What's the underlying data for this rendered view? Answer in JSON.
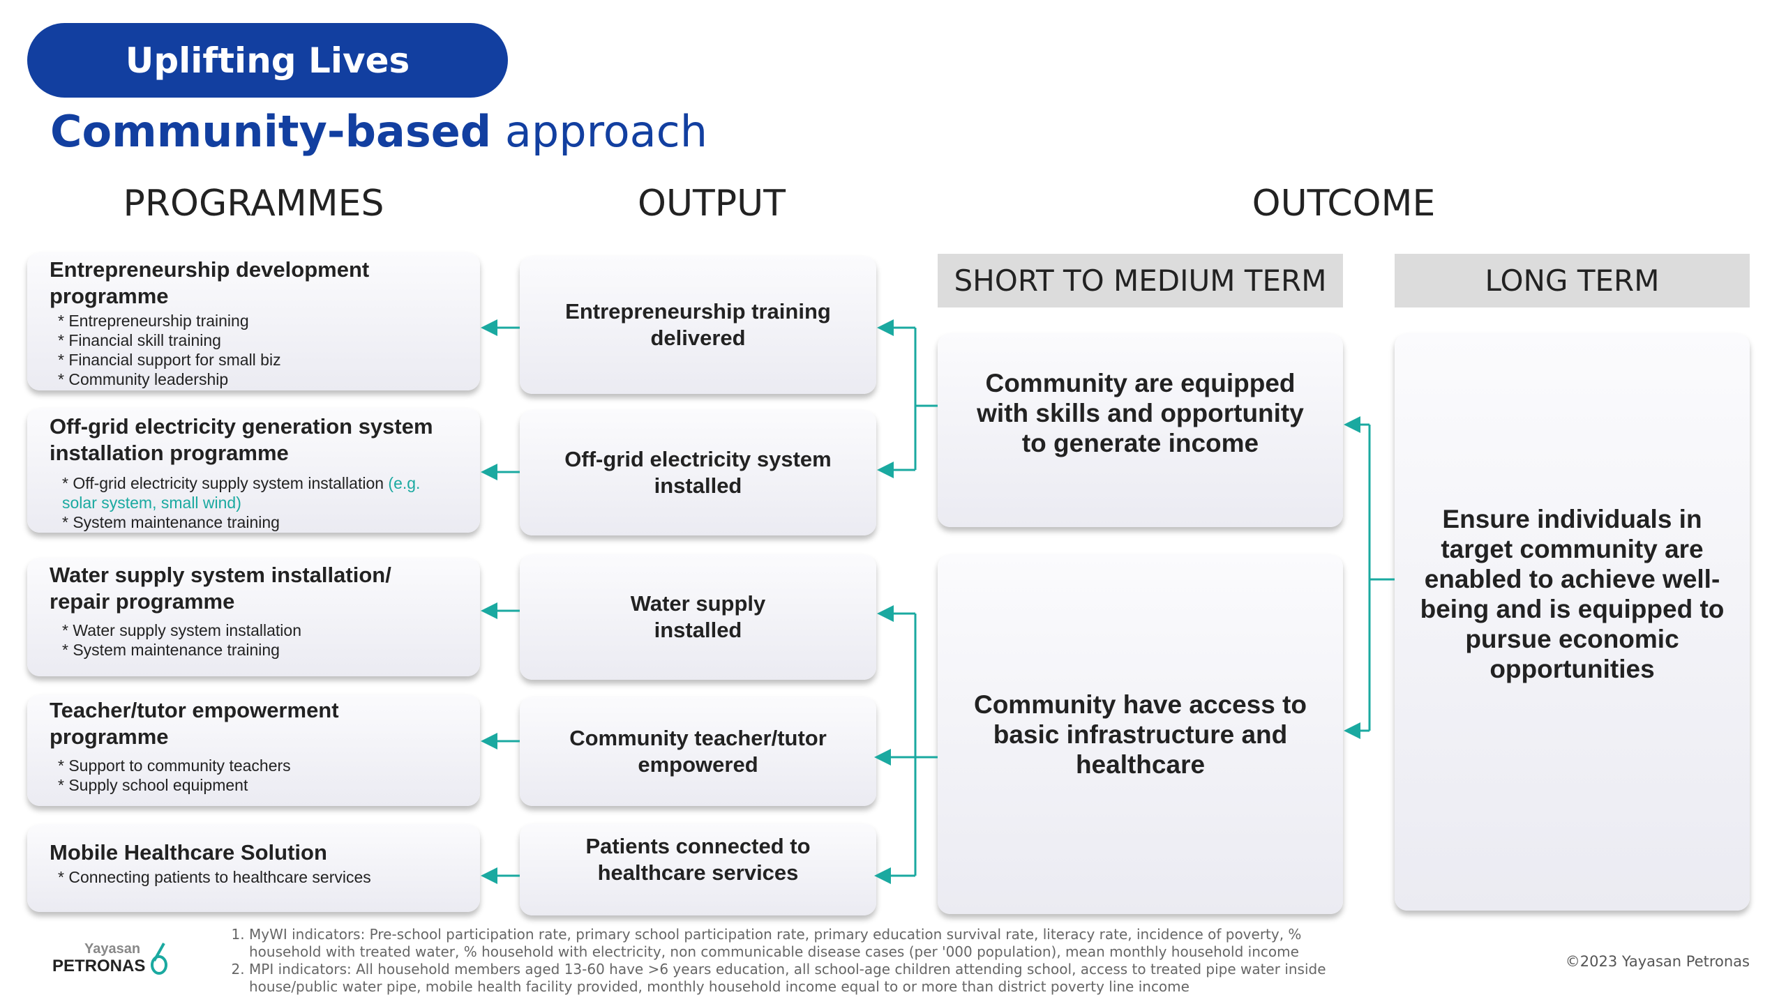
{
  "header": {
    "pill": "Uplifting Lives",
    "subtitle_bold": "Community-based",
    "subtitle_rest": " approach"
  },
  "columns": {
    "programmes": "PROGRAMMES",
    "output": "OUTPUT",
    "outcome": "OUTCOME",
    "short": "SHORT TO MEDIUM TERM",
    "long": "LONG TERM"
  },
  "programmes": [
    {
      "title": "Entrepreneurship development programme",
      "bullets": [
        "* Entrepreneurship training",
        "* Financial skill training",
        "* Financial support for small biz",
        "* Community leadership"
      ]
    },
    {
      "title": "Off-grid electricity generation system installation programme",
      "bullets": [
        "* Off-grid electricity supply system installation ",
        "* System maintenance training"
      ],
      "note": "(e.g. solar system, small wind)"
    },
    {
      "title": "Water supply system installation/ repair programme",
      "bullets": [
        "* Water supply system installation",
        "* System maintenance training"
      ]
    },
    {
      "title": "Teacher/tutor empowerment programme",
      "bullets": [
        "* Support to community teachers",
        "* Supply school equipment"
      ]
    },
    {
      "title": "Mobile Healthcare Solution",
      "bullets": [
        "* Connecting patients to healthcare services"
      ]
    }
  ],
  "outputs": [
    "Entrepreneurship training delivered",
    "Off-grid electricity system installed",
    "Water supply installed",
    "Community teacher/tutor empowered",
    "Patients connected to healthcare services"
  ],
  "outcomes": {
    "short": [
      "Community are equipped with skills and opportunity to generate income",
      "Community have access to basic infrastructure and healthcare"
    ],
    "long": "Ensure individuals in target community are enabled to achieve well-being and is equipped to pursue economic opportunities"
  },
  "footnotes": [
    "MyWI indicators: Pre-school participation rate, primary school participation rate, primary education survival rate, literacy rate, incidence of poverty, % household with treated water, % household with electricity, non communicable disease cases (per '000 population), mean monthly household income",
    "MPI indicators: All household members aged 13-60 have >6 years education, all school-age children attending school, access to treated pipe water inside house/public water pipe, mobile health facility provided, monthly household income equal to or more than district poverty line income"
  ],
  "logo": {
    "line1": "Yayasan",
    "line2": "PETRONAS"
  },
  "copyright": "©2023 Yayasan Petronas",
  "colors": {
    "brand": "#123fa0",
    "teal": "#1aa9a0"
  }
}
